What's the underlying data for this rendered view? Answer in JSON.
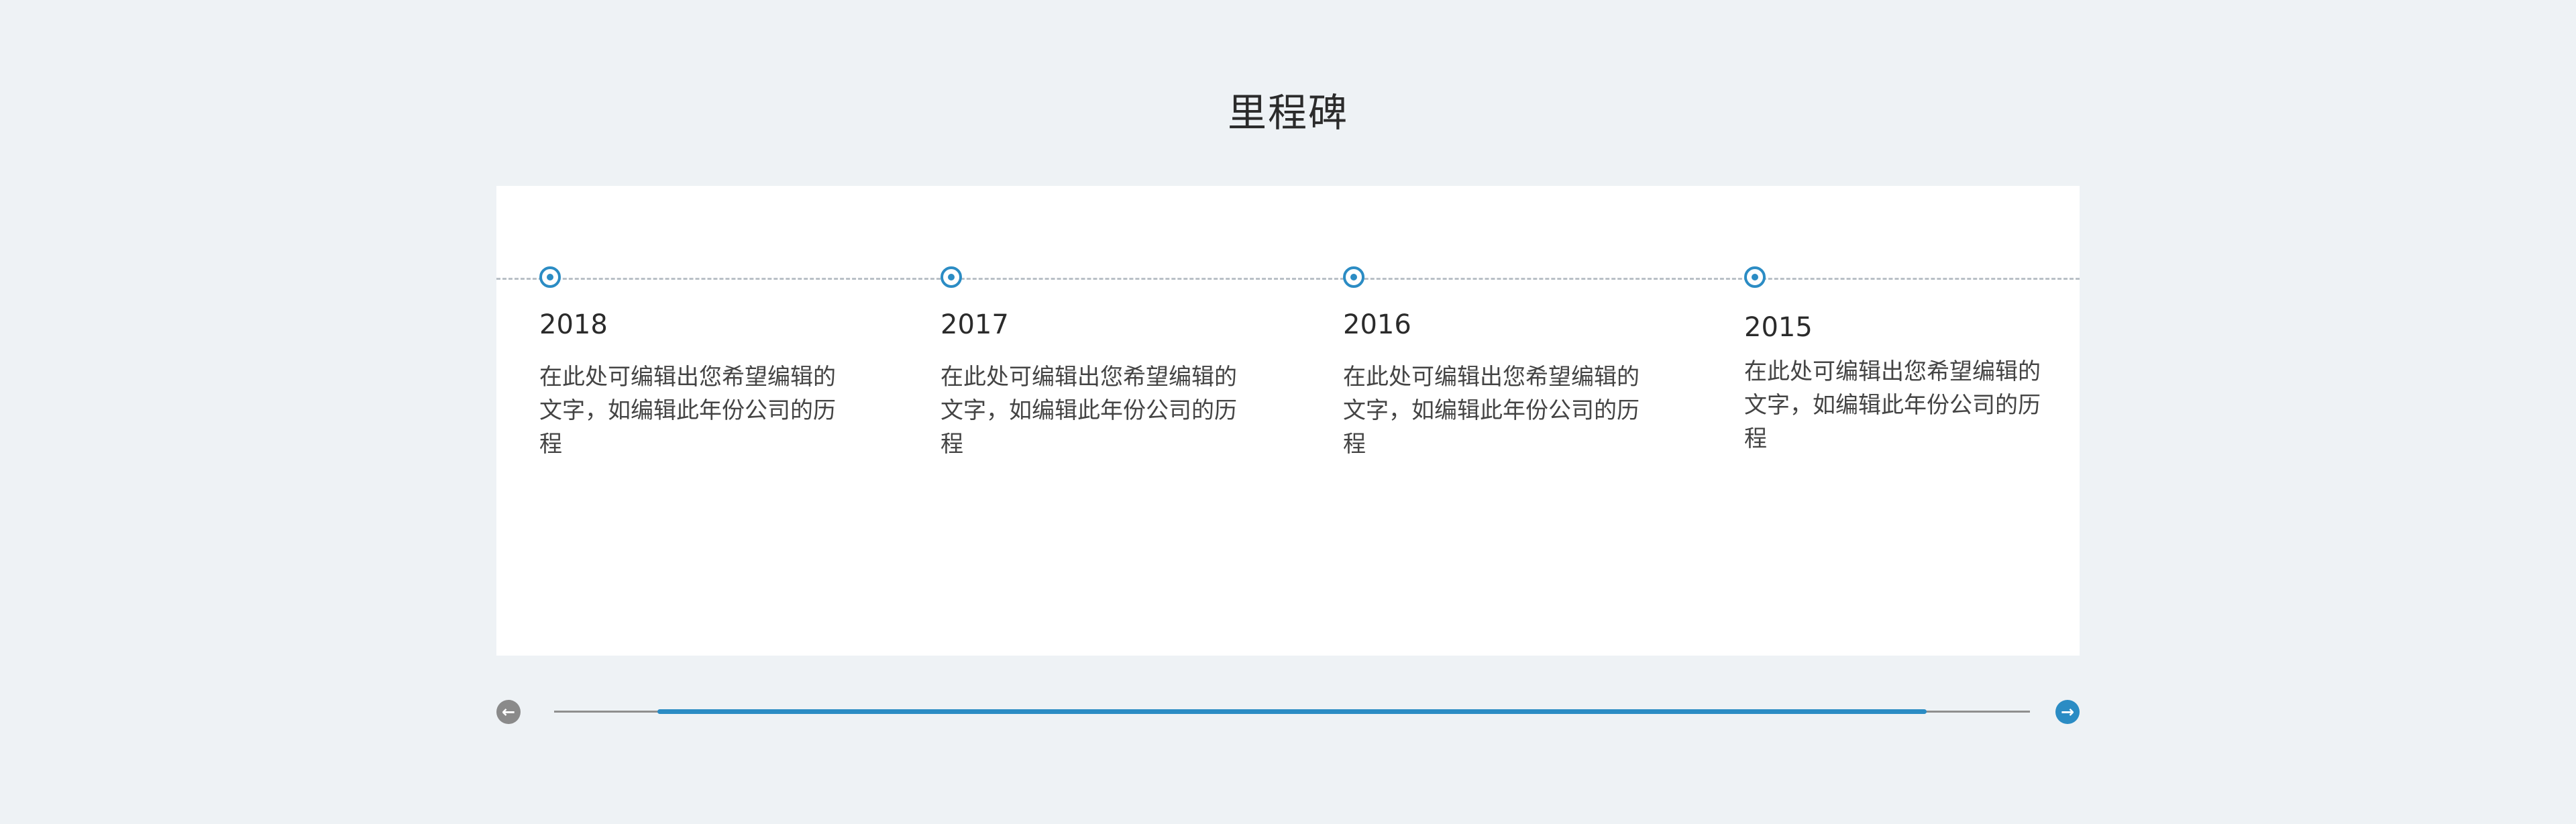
{
  "page": {
    "title": "里程碑"
  },
  "timeline": {
    "items": [
      {
        "year": "2018",
        "text": "在此处可编辑出您希望编辑的文字，如编辑此年份公司的历程"
      },
      {
        "year": "2017",
        "text": "在此处可编辑出您希望编辑的文字，如编辑此年份公司的历程"
      },
      {
        "year": "2016",
        "text": "在此处可编辑出您希望编辑的文字，如编辑此年份公司的历程"
      },
      {
        "year": "2015",
        "text": "在此处可编辑出您希望编辑的文字，如编辑此年份公司的历程"
      }
    ]
  },
  "scrollbar": {
    "prev_icon": "arrow-left-icon",
    "next_icon": "arrow-right-icon",
    "prev_glyph": "←",
    "next_glyph": "→",
    "position_fraction": 0.07,
    "visible_fraction": 0.86
  },
  "colors": {
    "accent": "#2b8cc4",
    "background": "#eef2f5",
    "panel": "#ffffff",
    "disabled": "#8a8a8a"
  }
}
